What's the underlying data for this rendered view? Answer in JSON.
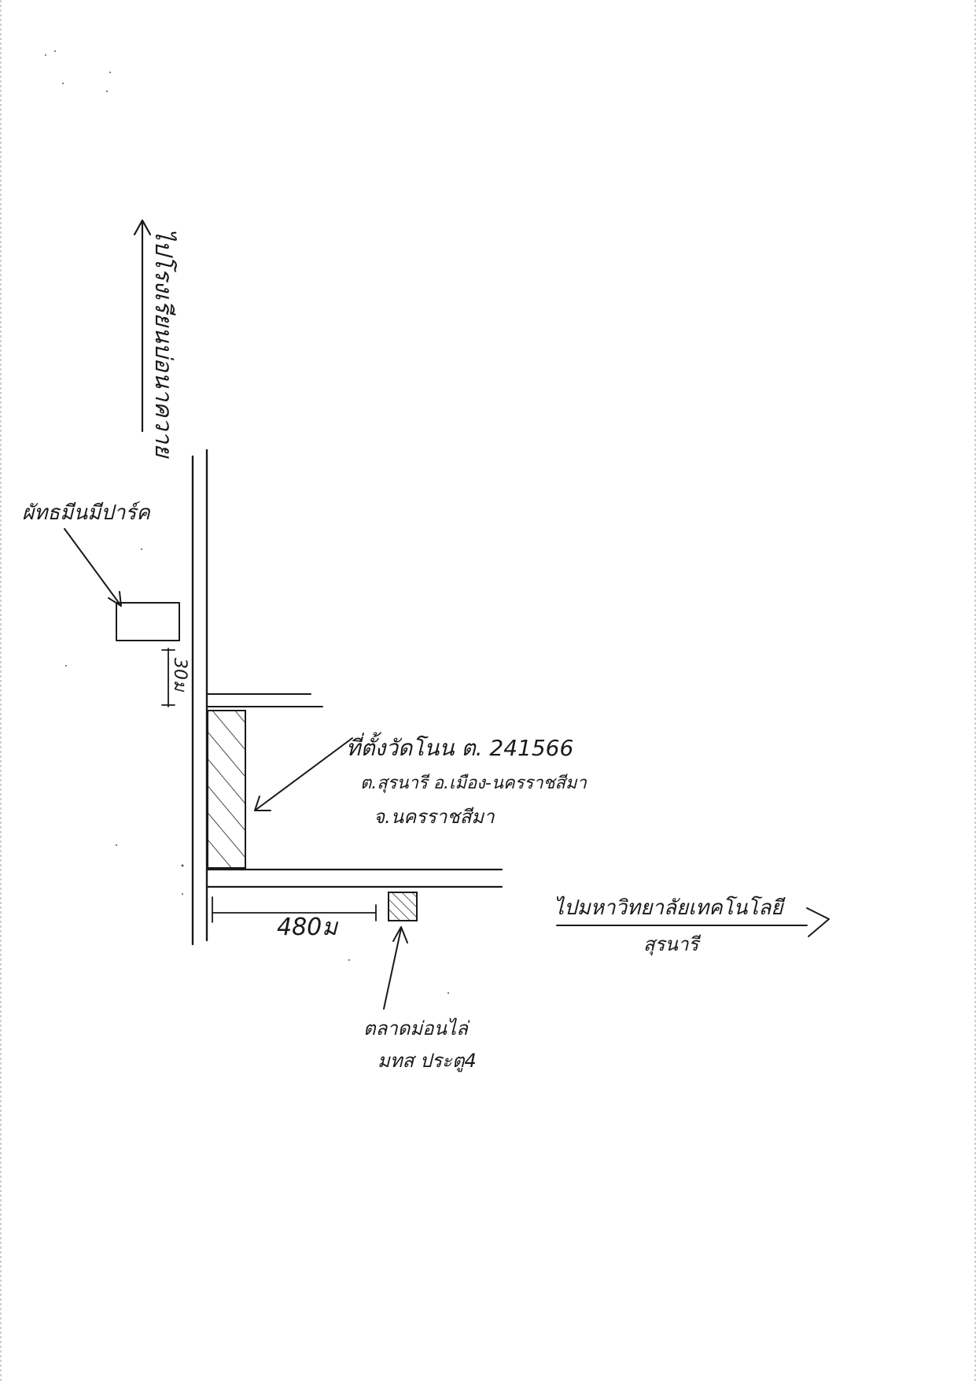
{
  "road_north_label": "ไปโรงเรียนบ่อนาควาย",
  "landmark_park": "ผัทธมีนมีปาร์ค",
  "distance_north": "30ม",
  "temple": {
    "line1": "ที่ตั้งวัดโนน ต. 241566",
    "line2": "ต.สุรนารี  อ.เมือง-นครราชสีมา",
    "line3": "จ.นครราชสีมา"
  },
  "distance_east": "480ม",
  "market": {
    "line1": "ตลาดม่อนไล่",
    "line2": "มทส ประตู4"
  },
  "road_east_label": {
    "line1": "ไปมหาวิทยาลัยเทคโนโลยี",
    "line2": "สุรนารี"
  },
  "ink_color": "#1a1a1a"
}
